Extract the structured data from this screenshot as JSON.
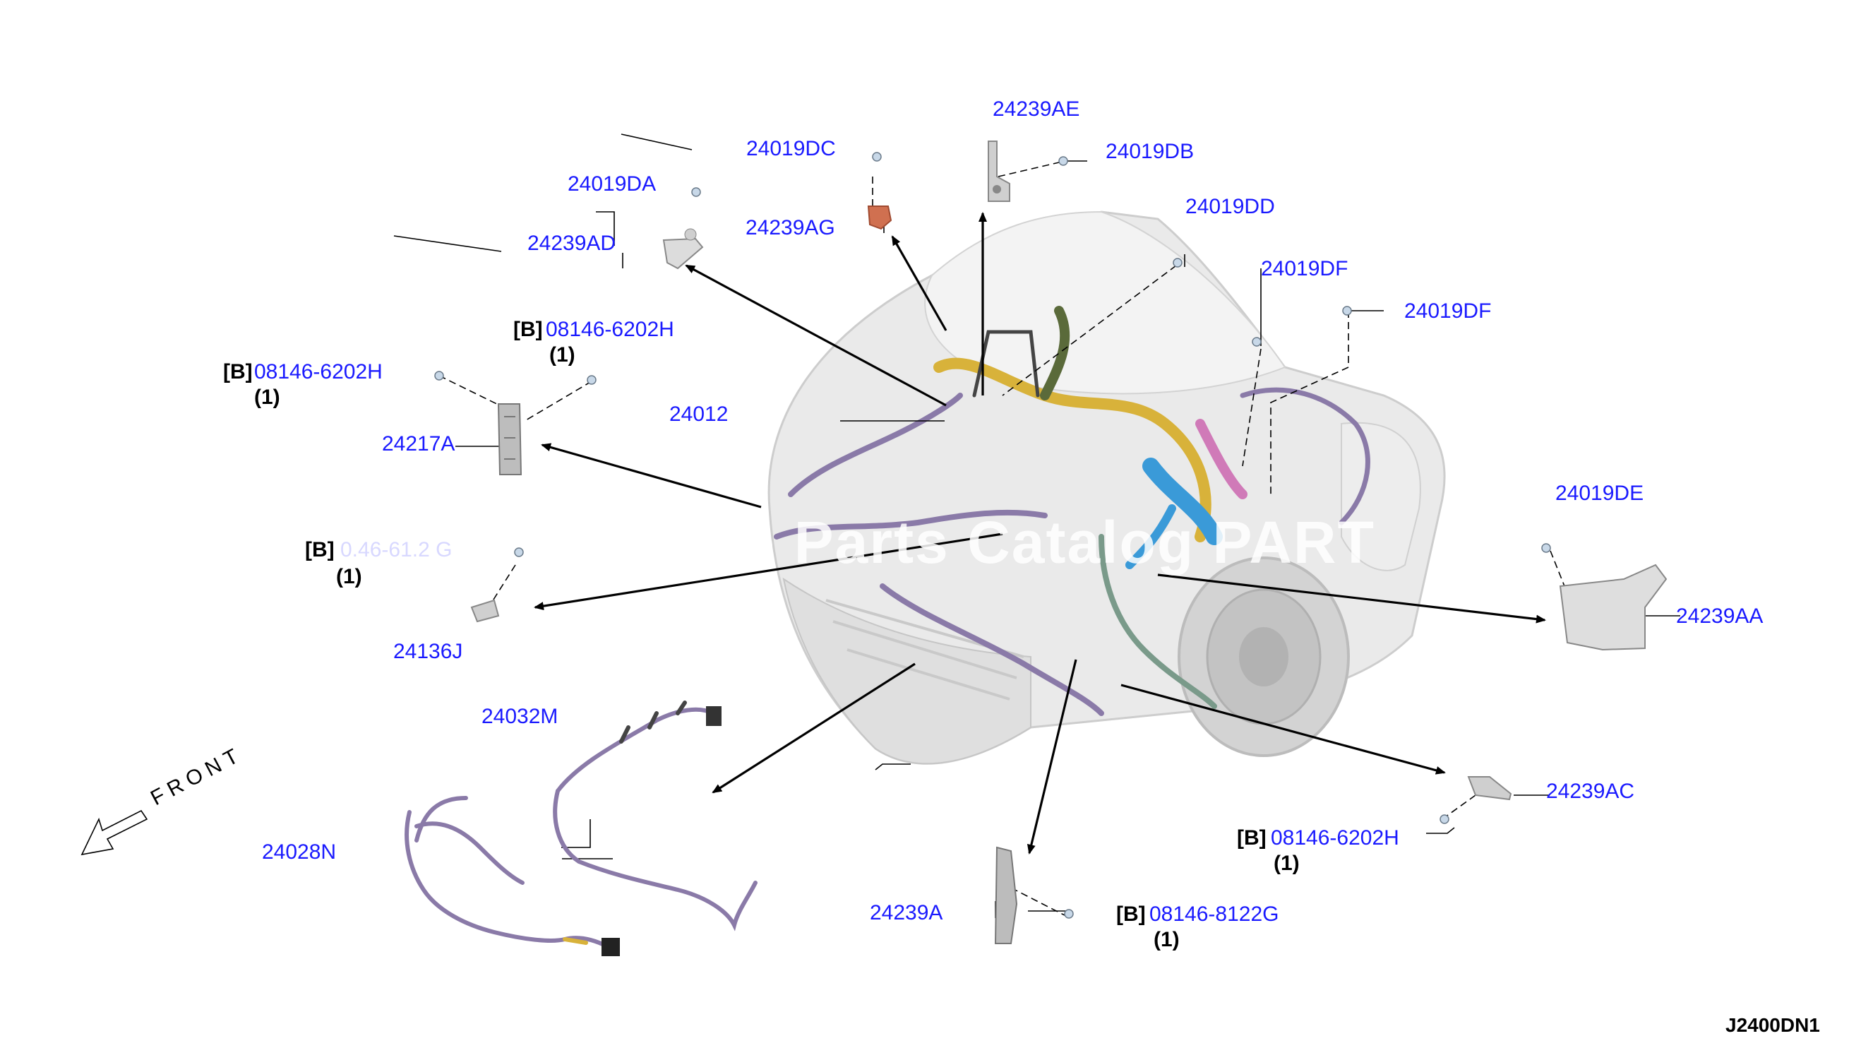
{
  "diagram_code": "J2400DN1",
  "watermark": "o Parts Catalog PART",
  "front_label": "FRONT",
  "labels": {
    "l_24239AE": "24239AE",
    "l_24019DC": "24019DC",
    "l_24019DB": "24019DB",
    "l_24019DA": "24019DA",
    "l_24239AG": "24239AG",
    "l_24019DD": "24019DD",
    "l_24239AD": "24239AD",
    "l_24019DF_1": "24019DF",
    "l_24019DF_2": "24019DF",
    "l_08146_6202H_top": "08146-6202H",
    "l_08146_6202H_left": "08146-6202H",
    "l_24012": "24012",
    "l_24217A": "24217A",
    "l_24019DE": "24019DE",
    "l_08146_mid": "0.46-61.2 G",
    "l_24239AA": "24239AA",
    "l_24136J": "24136J",
    "l_24032M": "24032M",
    "l_24239AC": "24239AC",
    "l_08146_6202H_right": "08146-6202H",
    "l_24028N": "24028N",
    "l_24239A": "24239A",
    "l_08146_8122G": "08146-8122G"
  },
  "bracket_tags": {
    "b_top": "[B]",
    "b_left": "[B]",
    "b_mid": "[B]",
    "b_right": "[B]",
    "b_bottom": "[B]"
  },
  "quantities": {
    "q_top": "(1)",
    "q_left": "(1)",
    "q_mid": "(1)",
    "q_right": "(1)",
    "q_bottom": "(1)"
  },
  "colors": {
    "label_blue": "#1a1aff",
    "harness_purple": "#8a7aa8",
    "harness_yellow": "#d8b23a",
    "harness_blue": "#3a9ad8",
    "harness_pink": "#d07ab8",
    "bracket_orange": "#d07050"
  }
}
